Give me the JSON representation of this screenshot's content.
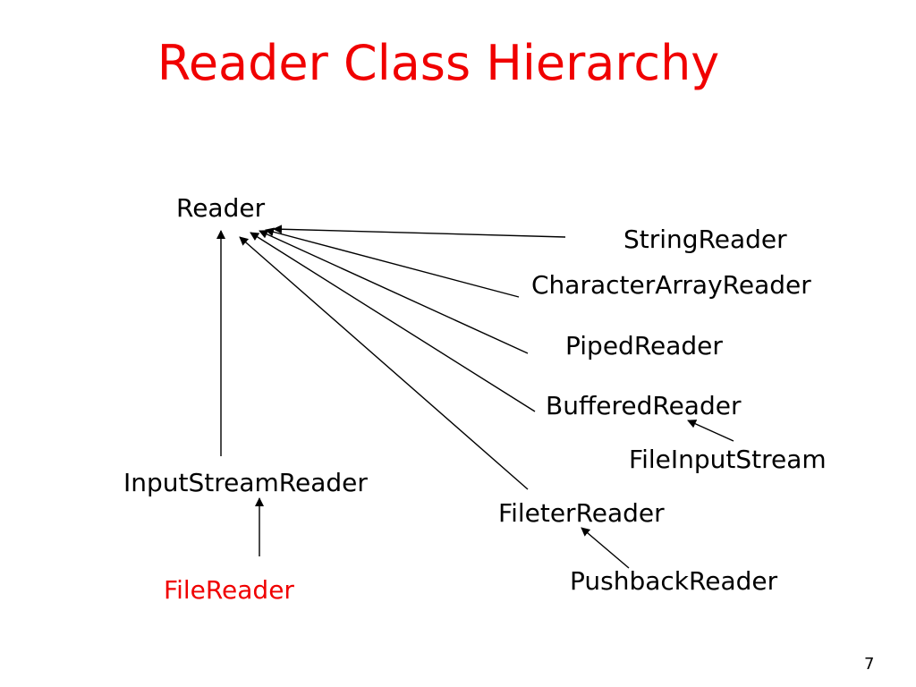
{
  "title": "Reader Class Hierarchy",
  "colors": {
    "title": "#f00000",
    "highlight": "#f00000",
    "text": "#000000",
    "background": "#ffffff"
  },
  "nodes": {
    "reader": "Reader",
    "string_reader": "StringReader",
    "character_array_reader": "CharacterArrayReader",
    "piped_reader": "PipedReader",
    "buffered_reader": "BufferedReader",
    "file_input_stream": "FileInputStream",
    "input_stream_reader": "InputStreamReader",
    "fileter_reader": "FileterReader",
    "file_reader": "FileReader",
    "pushback_reader": "PushbackReader"
  },
  "edges": [
    {
      "from": "string_reader",
      "to": "reader"
    },
    {
      "from": "character_array_reader",
      "to": "reader"
    },
    {
      "from": "piped_reader",
      "to": "reader"
    },
    {
      "from": "buffered_reader",
      "to": "reader"
    },
    {
      "from": "fileter_reader",
      "to": "reader"
    },
    {
      "from": "input_stream_reader",
      "to": "reader"
    },
    {
      "from": "file_reader",
      "to": "input_stream_reader"
    },
    {
      "from": "file_input_stream",
      "to": "buffered_reader"
    },
    {
      "from": "pushback_reader",
      "to": "fileter_reader"
    }
  ],
  "page_number": "7"
}
